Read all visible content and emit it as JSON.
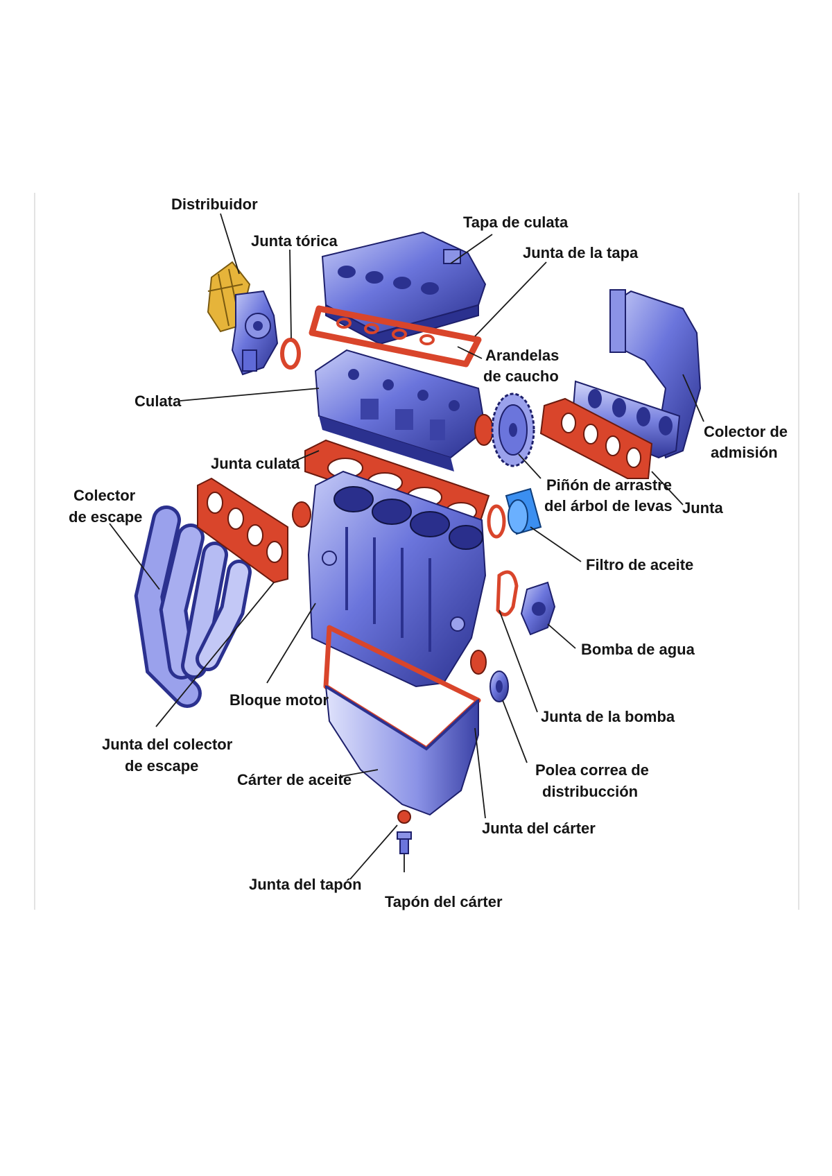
{
  "labels": {
    "distribuidor": "Distribuidor",
    "junta_torica": "Junta tórica",
    "tapa_culata": "Tapa de culata",
    "junta_tapa": "Junta de la tapa",
    "arandelas_1": "Arandelas",
    "arandelas_2": "de caucho",
    "culata": "Culata",
    "colector_admision_1": "Colector de",
    "colector_admision_2": "admisión",
    "junta_culata": "Junta culata",
    "pinon_1": "Piñón de arrastre",
    "pinon_2": "del árbol de levas",
    "junta": "Junta",
    "colector_escape_1": "Colector",
    "colector_escape_2": "de escape",
    "filtro_aceite": "Filtro de aceite",
    "bomba_agua": "Bomba de agua",
    "bloque_motor": "Bloque motor",
    "junta_bomba": "Junta de la bomba",
    "junta_colector_escape_1": "Junta del colector",
    "junta_colector_escape_2": "de escape",
    "polea_1": "Polea correa de",
    "polea_2": "distribucción",
    "carter_aceite": "Cárter de aceite",
    "junta_carter": "Junta del cárter",
    "junta_tapon": "Junta del tapón",
    "tapon_carter": "Tapón del cárter"
  },
  "colors": {
    "metal": "#5f6ad8",
    "metal_dark": "#2b318f",
    "metal_light": "#b9c0f5",
    "gasket": "#d9452b",
    "distributor_coil": "#e6b43a"
  }
}
